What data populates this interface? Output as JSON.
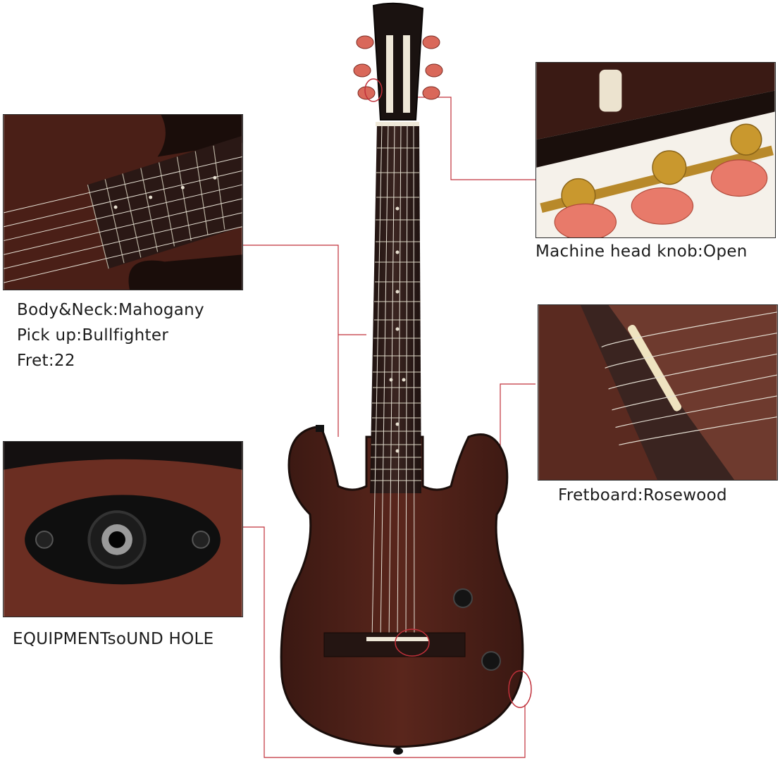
{
  "captions": {
    "machine_head": "Machine head knob:Open",
    "body_neck": "Body&Neck:Mahogany",
    "pickup": "Pick up:Bullfighter",
    "fret": "Fret:22",
    "fretboard": "Fretboard:Rosewood",
    "sound_hole": "EQUIPMENTsoUND HOLE"
  },
  "colors": {
    "wood": "#4a1f17",
    "wood_light": "#6b2e22",
    "fretboard": "#2a1815",
    "callout_line": "#c0303a",
    "gold": "#c9982e",
    "tuner_button": "#d9685a"
  }
}
